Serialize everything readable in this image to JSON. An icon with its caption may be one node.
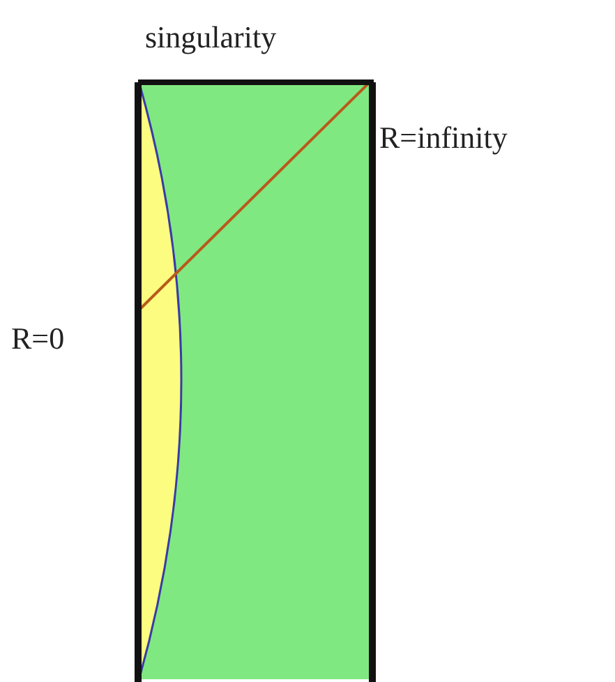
{
  "diagram": {
    "labels": [
      "singularity",
      "R=infinity",
      "R=0"
    ]
  }
}
